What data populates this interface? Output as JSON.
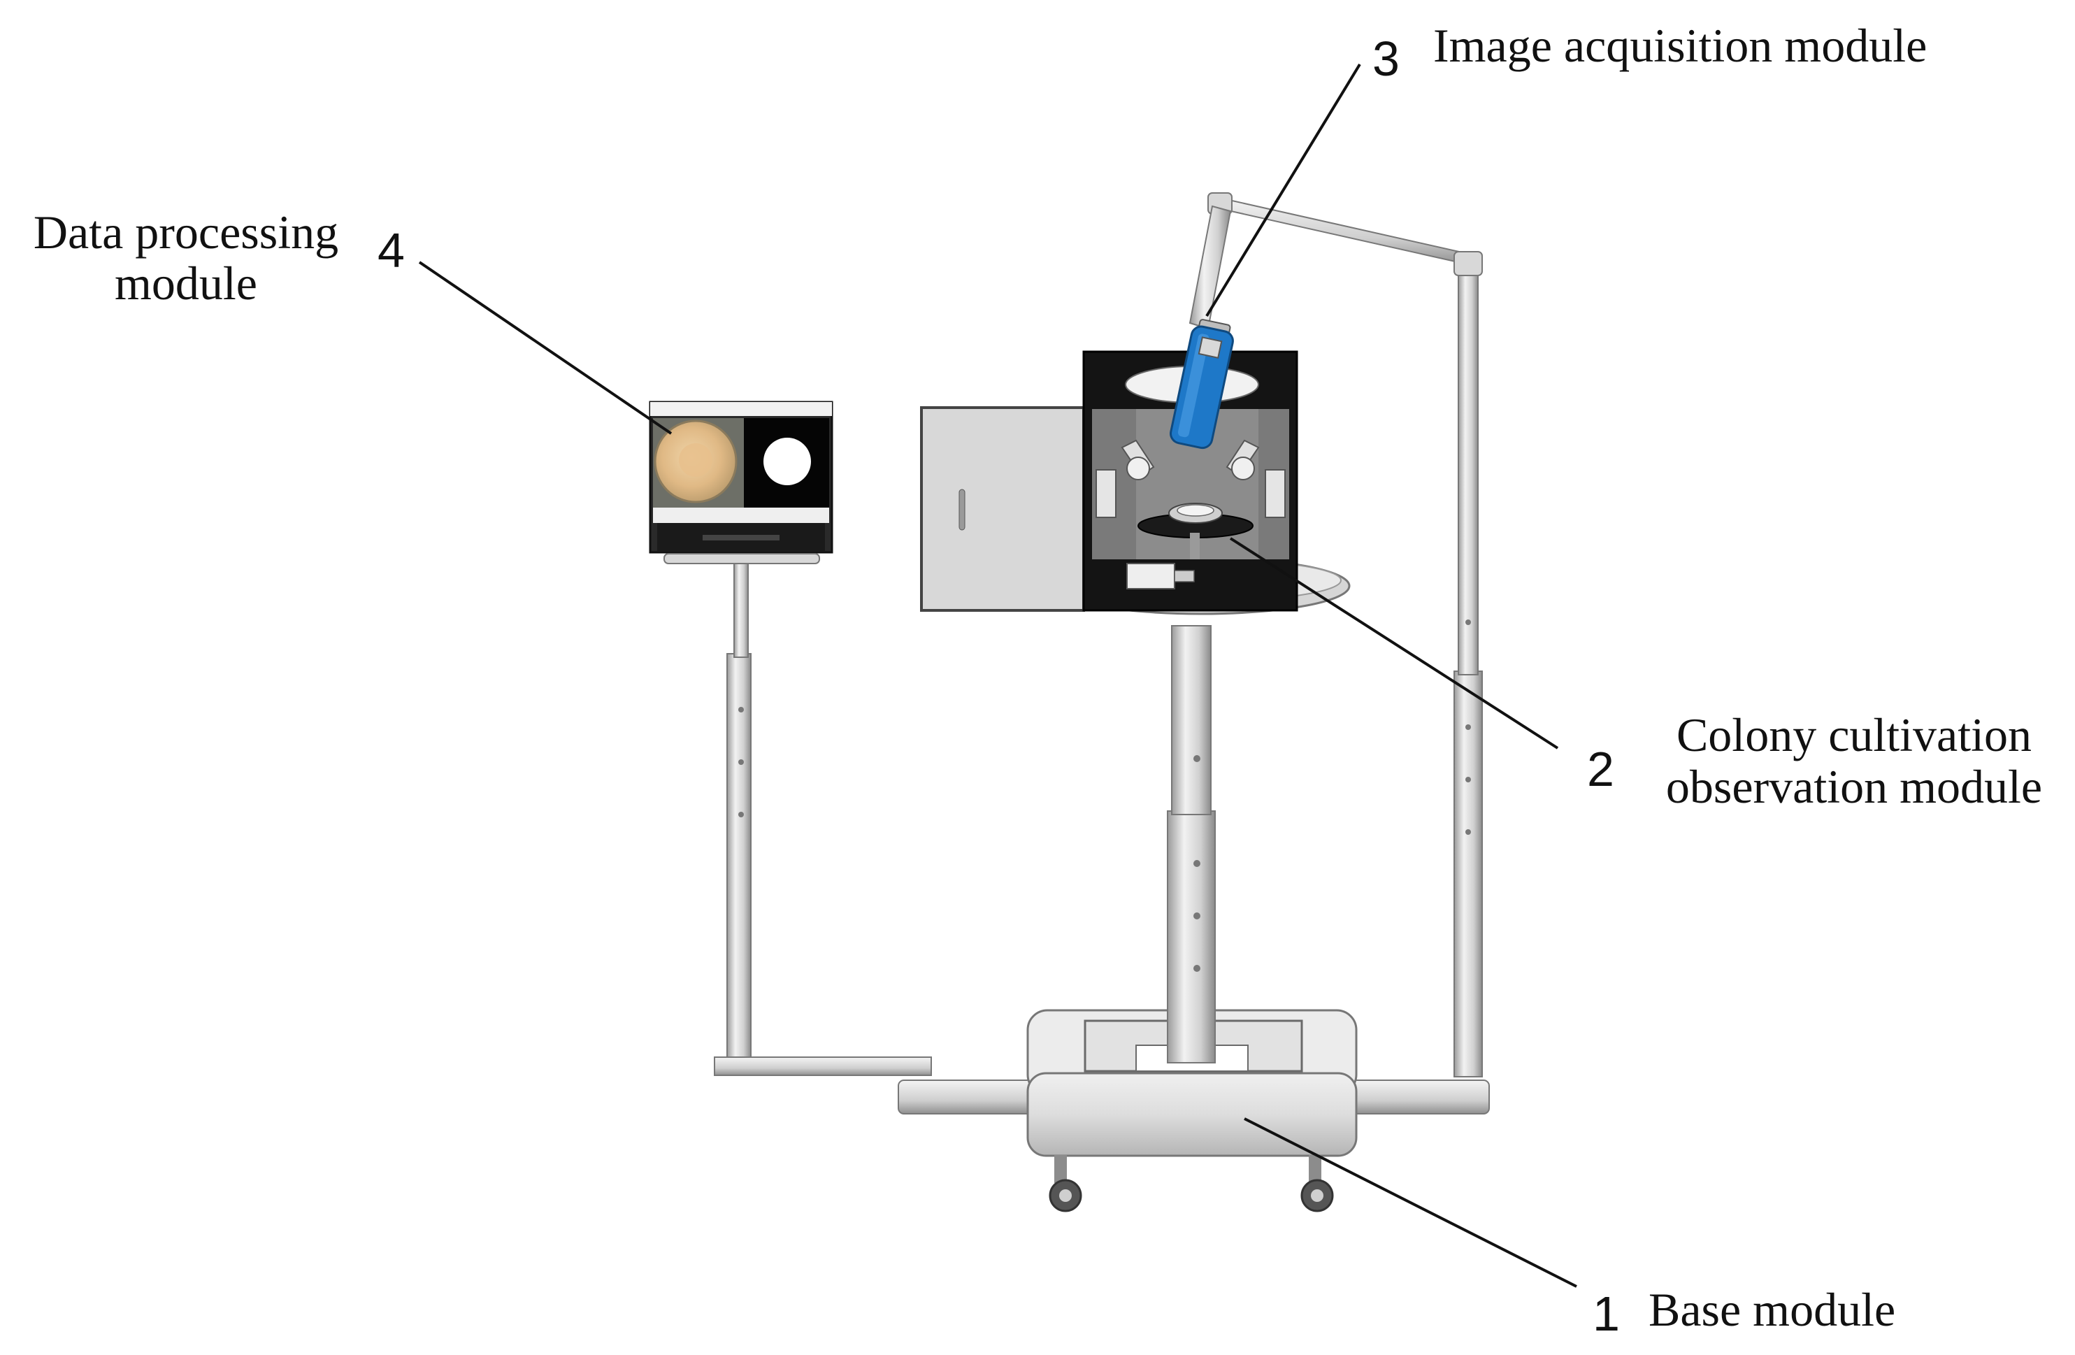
{
  "callouts": [
    {
      "number": "1",
      "label_lines": [
        "Base module"
      ]
    },
    {
      "number": "2",
      "label_lines": [
        "Colony cultivation",
        "observation module"
      ]
    },
    {
      "number": "3",
      "label_lines": [
        "Image acquisition module"
      ]
    },
    {
      "number": "4",
      "label_lines": [
        "Data processing",
        "module"
      ]
    }
  ],
  "colors": {
    "camera_blue": "#1e78c8",
    "metal_light": "#e8e8e8",
    "metal_mid": "#c4c4c4",
    "metal_dark": "#8a8a8a",
    "chamber_black": "#141414",
    "chamber_interior": "#8c8c8c",
    "door_glass": "#d8d8d8",
    "culture_colony": "#e6c48f"
  }
}
